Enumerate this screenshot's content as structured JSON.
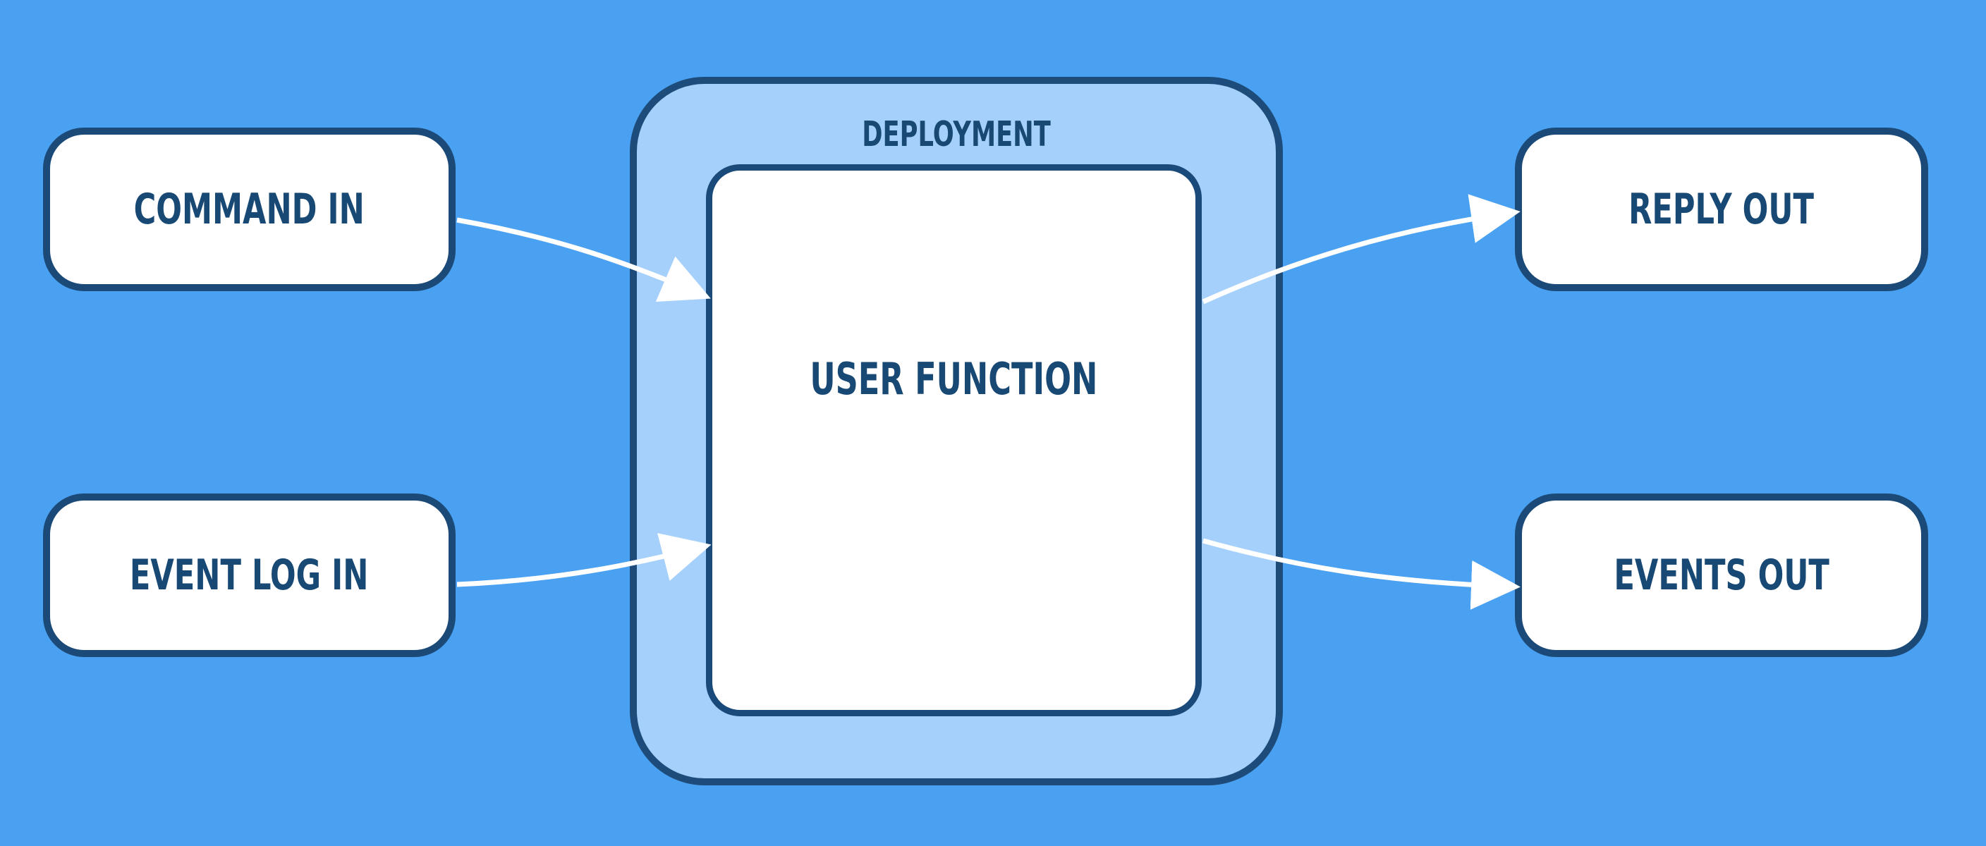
{
  "diagram": {
    "container": {
      "title": "DEPLOYMENT"
    },
    "inner": {
      "title": "USER FUNCTION"
    },
    "inputs": [
      {
        "label": "COMMAND IN"
      },
      {
        "label": "EVENT LOG IN"
      }
    ],
    "outputs": [
      {
        "label": "REPLY OUT"
      },
      {
        "label": "EVENTS OUT"
      }
    ],
    "colors": {
      "background": "#4aa1f2",
      "container_fill": "#a5d0fb",
      "border": "#1b4a78",
      "text": "#184975",
      "arrow": "#ffffff"
    }
  }
}
